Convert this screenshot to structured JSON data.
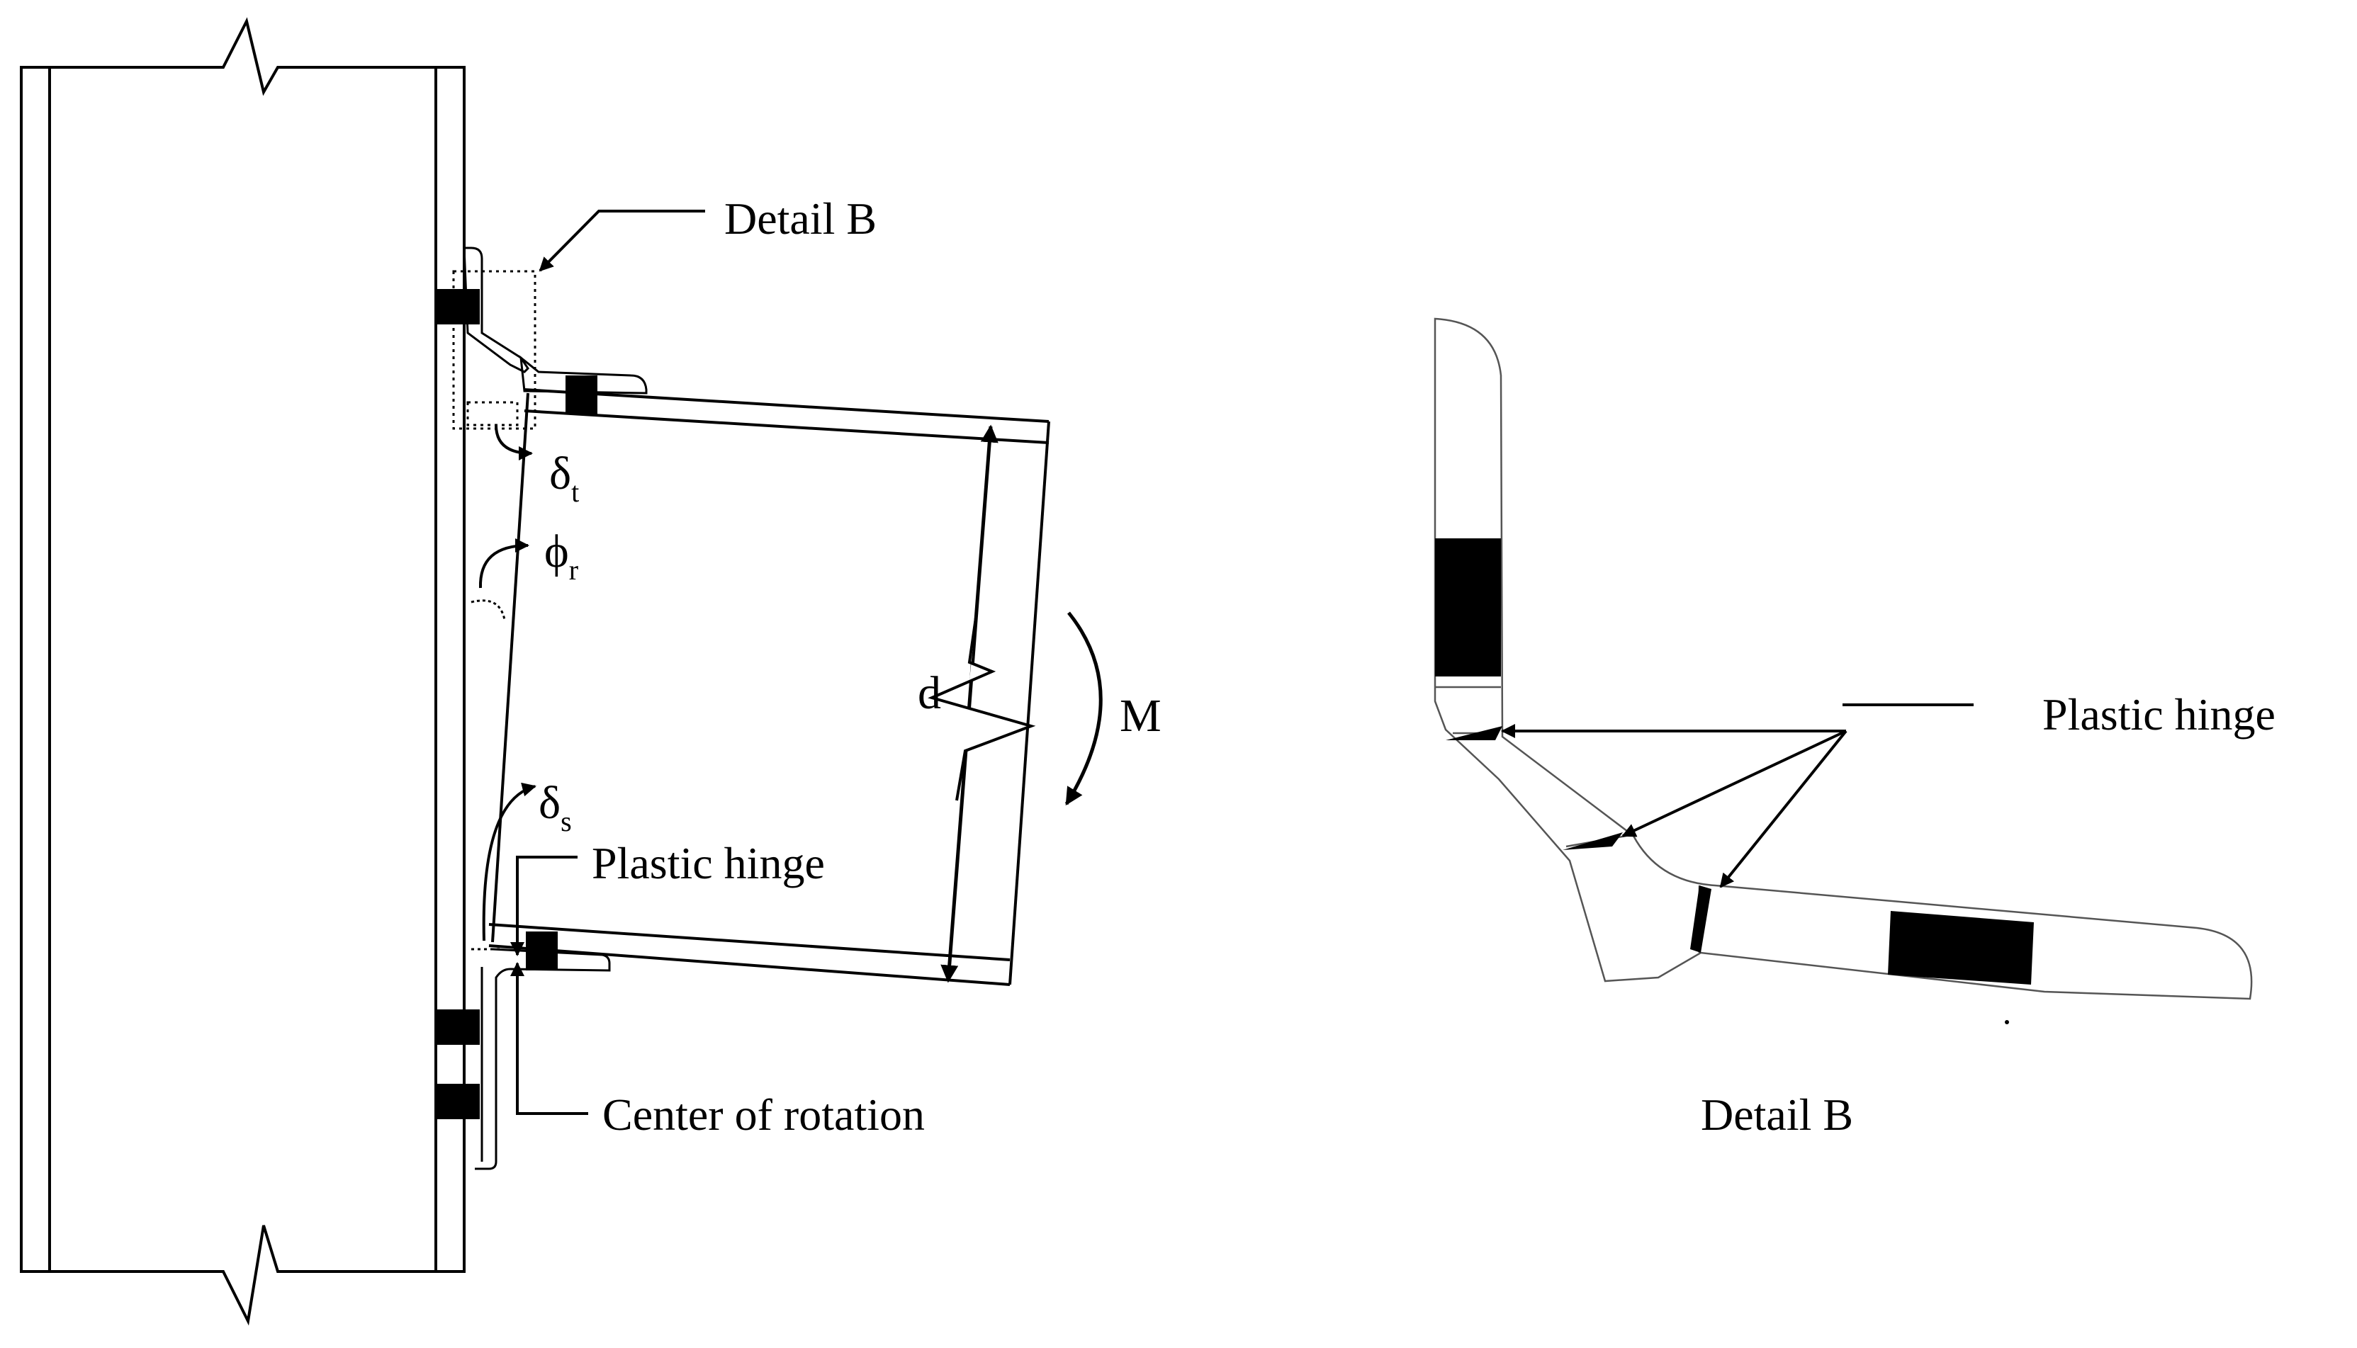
{
  "labels": {
    "detail_b_callout": "Detail B",
    "delta_t_symbol": "δ",
    "delta_t_sub": "t",
    "phi_r_symbol": "ϕ",
    "phi_r_sub": "r",
    "depth": "d",
    "moment": "M",
    "delta_s_symbol": "δ",
    "delta_s_sub": "s",
    "plastic_hinge_main": "Plastic hinge",
    "center_of_rotation": "Center of rotation",
    "plastic_hinge_detail": "Plastic hinge",
    "detail_b_caption": "Detail B"
  },
  "colors": {
    "line": "#000000",
    "detail_line": "#555555",
    "bolt_fill": "#000000",
    "background": "#ffffff"
  }
}
